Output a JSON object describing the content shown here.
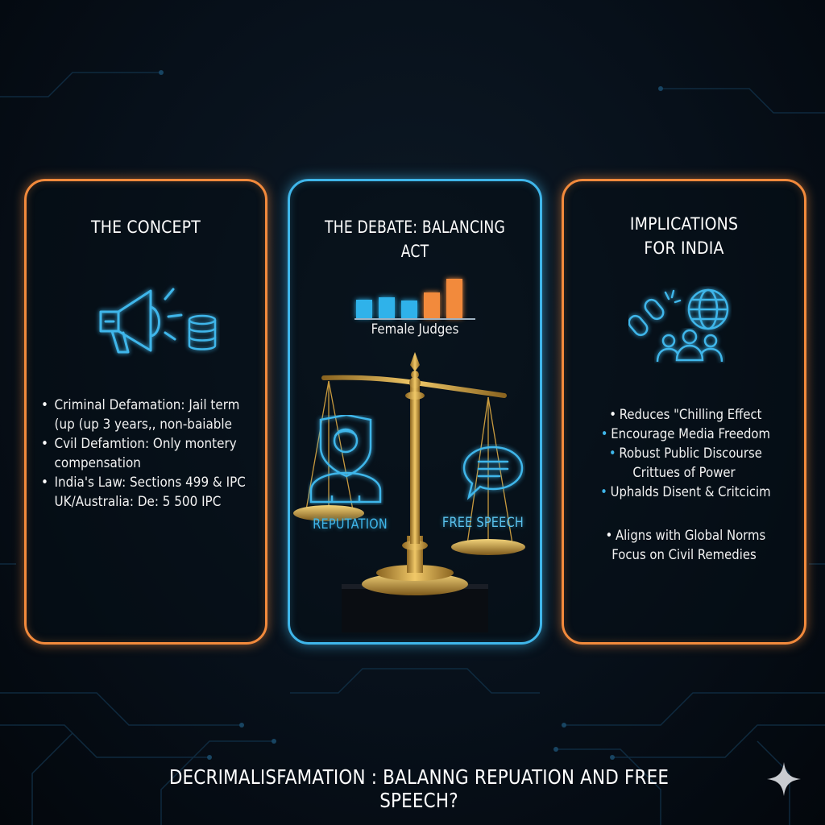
{
  "colors": {
    "orange": "#f28a3c",
    "blue": "#3fb6ea",
    "gold": "#c89a3e",
    "background": "#07101a"
  },
  "concept": {
    "title": "THE CONCEPT",
    "icons": [
      "megaphone-icon",
      "coin-stack-icon"
    ],
    "bullets": [
      {
        "lines": [
          "Criminal Defamation: Jail term",
          "(up (up 3 years,, non-baiable"
        ]
      },
      {
        "lines": [
          "Cvil Defamtion: Only montery",
          "compensation"
        ]
      },
      {
        "lines": [
          "India's Law: Sections 499 & IPC",
          "UK/Australia: De: 5  500 IPC"
        ]
      }
    ]
  },
  "debate": {
    "title": "THE DEBATE: BALANCING ACT",
    "chart_caption": "Female Judges",
    "chart_bars": [
      {
        "color": "#2fb2ea",
        "level": 0.45
      },
      {
        "color": "#2fb2ea",
        "level": 0.5
      },
      {
        "color": "#2fb2ea",
        "level": 0.42
      },
      {
        "color": "#f28a3c",
        "level": 0.62
      },
      {
        "color": "#f28a3c",
        "level": 0.95
      }
    ],
    "left_pan_label": "REPUTATION",
    "right_pan_label": "FREE SPEECH",
    "icons": [
      "balance-scale-icon",
      "person-shield-icon",
      "speech-bubble-icon"
    ]
  },
  "implications": {
    "title_line1": "IMPLICATIONS",
    "title_line2": "FOR INDIA",
    "icons": [
      "broken-chain-icon",
      "globe-icon",
      "people-group-icon"
    ],
    "bullets": [
      {
        "text": "Reduces \"Chilling Effect",
        "dot": "white"
      },
      {
        "text": "Encourage Media Freedom",
        "dot": "blue"
      },
      {
        "text": "Robust Public Discourse",
        "dot": "blue"
      },
      {
        "text": "Crittues of Power",
        "dot": "none"
      },
      {
        "text": "Uphalds Disent & Critcicim",
        "dot": "blue"
      },
      {
        "text": "Aligns with Global Norms",
        "dot": "white"
      },
      {
        "text": "Focus on Civil Remedies",
        "dot": "none"
      }
    ]
  },
  "footer": {
    "title": "DECRIMALISFAMATION  : BALANNG REPUATION AND FREE SPEECH?",
    "icon": "sparkle-icon"
  }
}
